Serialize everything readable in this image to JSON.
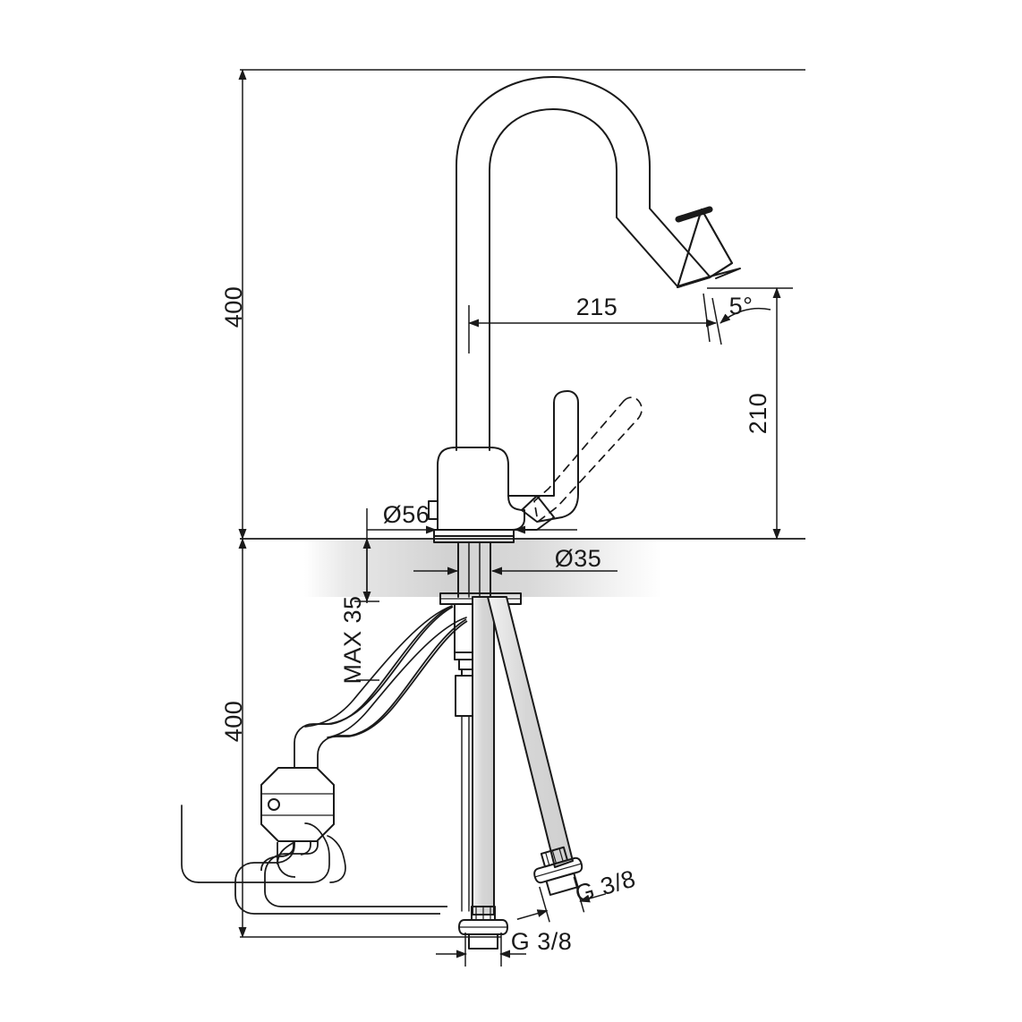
{
  "drawing": {
    "title": "Kitchen mixer tap technical dimension drawing",
    "units": "mm",
    "line_color": "#1a1a1a",
    "hose_fill": "#d9d9d9",
    "counter_fill": "#d2d2d2"
  },
  "dimensions": {
    "height_above_counter": "400",
    "height_below_counter": "400",
    "spout_reach": "215",
    "spout_height": "210",
    "outlet_angle": "5°",
    "base_diameter": "Ø56",
    "hole_diameter": "Ø35",
    "max_thickness": "MAX 35",
    "inlet_thread_vertical": "G 3/8",
    "inlet_thread_angled": "G 3/8"
  },
  "labels": [
    {
      "id": "dim-400-top",
      "text": "400",
      "orientation": "vertical"
    },
    {
      "id": "dim-400-bottom",
      "text": "400",
      "orientation": "vertical"
    },
    {
      "id": "dim-215",
      "text": "215",
      "orientation": "horizontal"
    },
    {
      "id": "dim-210",
      "text": "210",
      "orientation": "vertical"
    },
    {
      "id": "dim-angle-5",
      "text": "5°",
      "orientation": "horizontal"
    },
    {
      "id": "dim-d56",
      "text": "Ø56",
      "orientation": "horizontal"
    },
    {
      "id": "dim-d35",
      "text": "Ø35",
      "orientation": "horizontal"
    },
    {
      "id": "dim-max35",
      "text": "MAX 35",
      "orientation": "vertical"
    },
    {
      "id": "dim-g38-angled",
      "text": "G 3/8",
      "orientation": "horizontal"
    },
    {
      "id": "dim-g38-vertical",
      "text": "G 3/8",
      "orientation": "horizontal"
    }
  ],
  "parts": [
    {
      "id": "spout",
      "name": "gooseneck-spout"
    },
    {
      "id": "spray-head",
      "name": "pull-down-spray-head"
    },
    {
      "id": "lever",
      "name": "lever-handle"
    },
    {
      "id": "lever-open",
      "name": "lever-handle-open-position"
    },
    {
      "id": "body",
      "name": "mixer-body"
    },
    {
      "id": "base-flange",
      "name": "base-flange"
    },
    {
      "id": "counter",
      "name": "countertop-section"
    },
    {
      "id": "mount-washer",
      "name": "mounting-washer"
    },
    {
      "id": "mount-nut",
      "name": "mounting-nut"
    },
    {
      "id": "pulldown-hose",
      "name": "pull-down-hose"
    },
    {
      "id": "counterweight",
      "name": "hose-counterweight"
    },
    {
      "id": "supply-hose-vertical",
      "name": "supply-hose-vertical"
    },
    {
      "id": "supply-hose-angled",
      "name": "supply-hose-angled"
    },
    {
      "id": "connector-vertical",
      "name": "g38-connector-vertical"
    },
    {
      "id": "connector-angled",
      "name": "g38-connector-angled"
    }
  ]
}
